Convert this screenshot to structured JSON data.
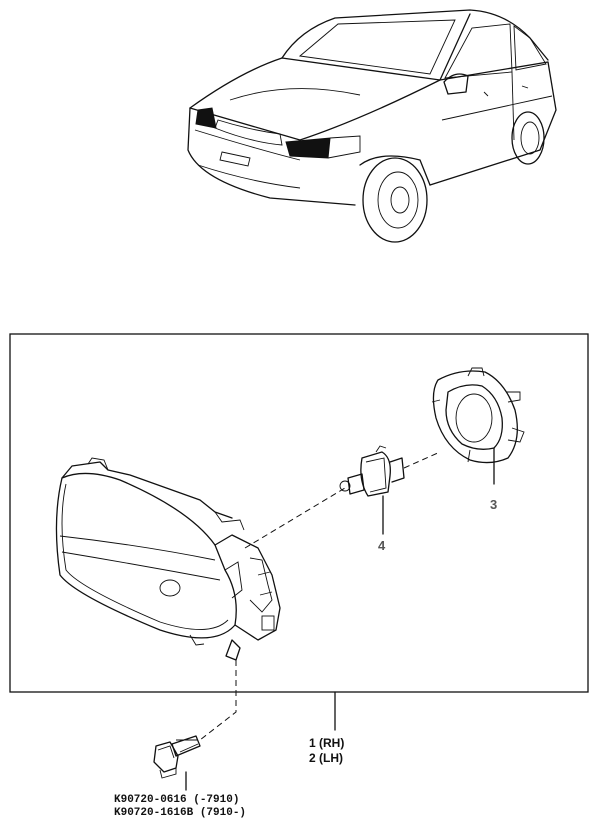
{
  "callouts": {
    "bulb_socket": "4",
    "retaining_ring": "3"
  },
  "headlamp_assembly": {
    "line1": "1 (RH)",
    "line2": "2 (LH)"
  },
  "bolt": {
    "code1": "K90720-0616 (-7910)",
    "code2": "K90720-1616B (7910-)"
  }
}
